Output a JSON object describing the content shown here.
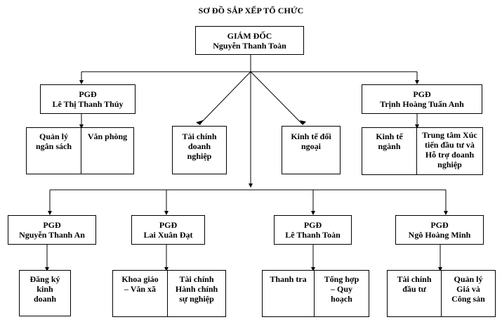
{
  "title": "SƠ ĐỒ SẮP XẾP TỔ CHỨC",
  "director": {
    "role": "GIÁM ĐỐC",
    "name": "Nguyễn Thanh Toàn"
  },
  "vice_directors_top": [
    {
      "role": "PGĐ",
      "name": "Lê Thị Thanh Thúy",
      "units": [
        [
          "Quản lý",
          "ngân sách"
        ],
        [
          "Văn phòng"
        ]
      ]
    },
    {
      "role": "PGĐ",
      "name": "Trịnh Hoàng Tuấn Anh",
      "units": [
        [
          "Kinh tế",
          "ngành"
        ],
        [
          "Trung tâm Xúc",
          "tiến đầu tư và",
          "Hỗ trợ doanh",
          "nghiệp"
        ]
      ]
    }
  ],
  "direct_units": [
    [
      "Tài chính",
      "doanh",
      "nghiệp"
    ],
    [
      "Kinh tế đối",
      "ngoại"
    ]
  ],
  "vice_directors_bottom": [
    {
      "role": "PGĐ",
      "name": "Nguyễn Thanh An",
      "units": [
        [
          "Đăng ký",
          "kinh",
          "doanh"
        ]
      ]
    },
    {
      "role": "PGĐ",
      "name": "Lai Xuân Đạt",
      "units": [
        [
          "Khoa giáo",
          "– Văn xã"
        ],
        [
          "Tài chính",
          "Hành chính",
          "sự nghiệp"
        ]
      ]
    },
    {
      "role": "PGĐ",
      "name": "Lê Thanh Toàn",
      "units": [
        [
          "Thanh tra"
        ],
        [
          "Tổng hợp",
          "– Quy",
          "hoạch"
        ]
      ]
    },
    {
      "role": "PGĐ",
      "name": "Ngô Hoàng Minh",
      "units": [
        [
          "Tài chính",
          "đầu tư"
        ],
        [
          "Quản lý",
          "Giá và",
          "Công sản"
        ]
      ]
    }
  ]
}
